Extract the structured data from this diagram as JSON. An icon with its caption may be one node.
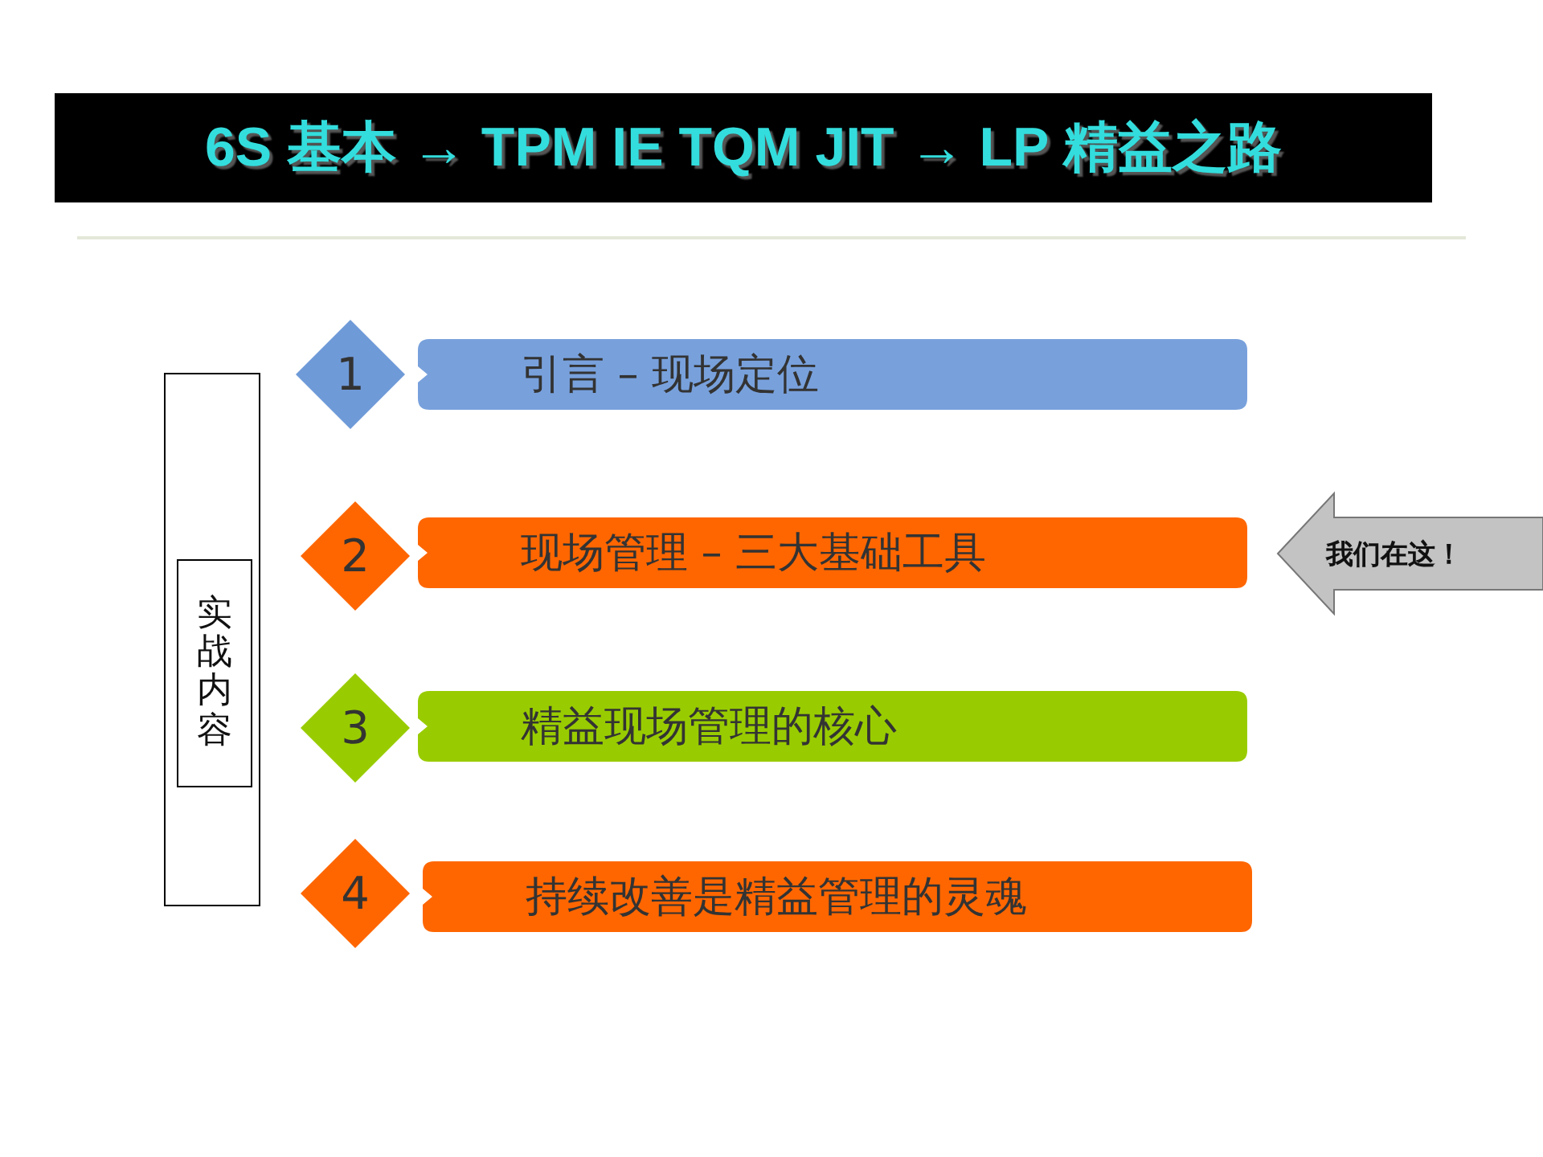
{
  "diagram": {
    "title": "6S 基本 → TPM IE TQM JIT → LP 精益之路",
    "nodes": [
      {
        "text": [],
        "shape": "box"
      },
      {
        "text": [
          "实战内容"
        ],
        "in": 0
      },
      {
        "text": [
          "1"
        ]
      },
      {
        "text": [
          "引言 – 现场定位"
        ]
      },
      {
        "text": [
          "2"
        ]
      },
      {
        "text": [
          "现场管理 – 三大基础工具"
        ]
      },
      {
        "text": [
          "我们在这！"
        ]
      },
      {
        "text": [
          "3"
        ]
      },
      {
        "text": [
          "精益现场管理的核心"
        ]
      },
      {
        "text": [
          "4"
        ]
      },
      {
        "text": [
          "持续改善是精益管理的灵魂"
        ]
      }
    ],
    "edges": []
  }
}
